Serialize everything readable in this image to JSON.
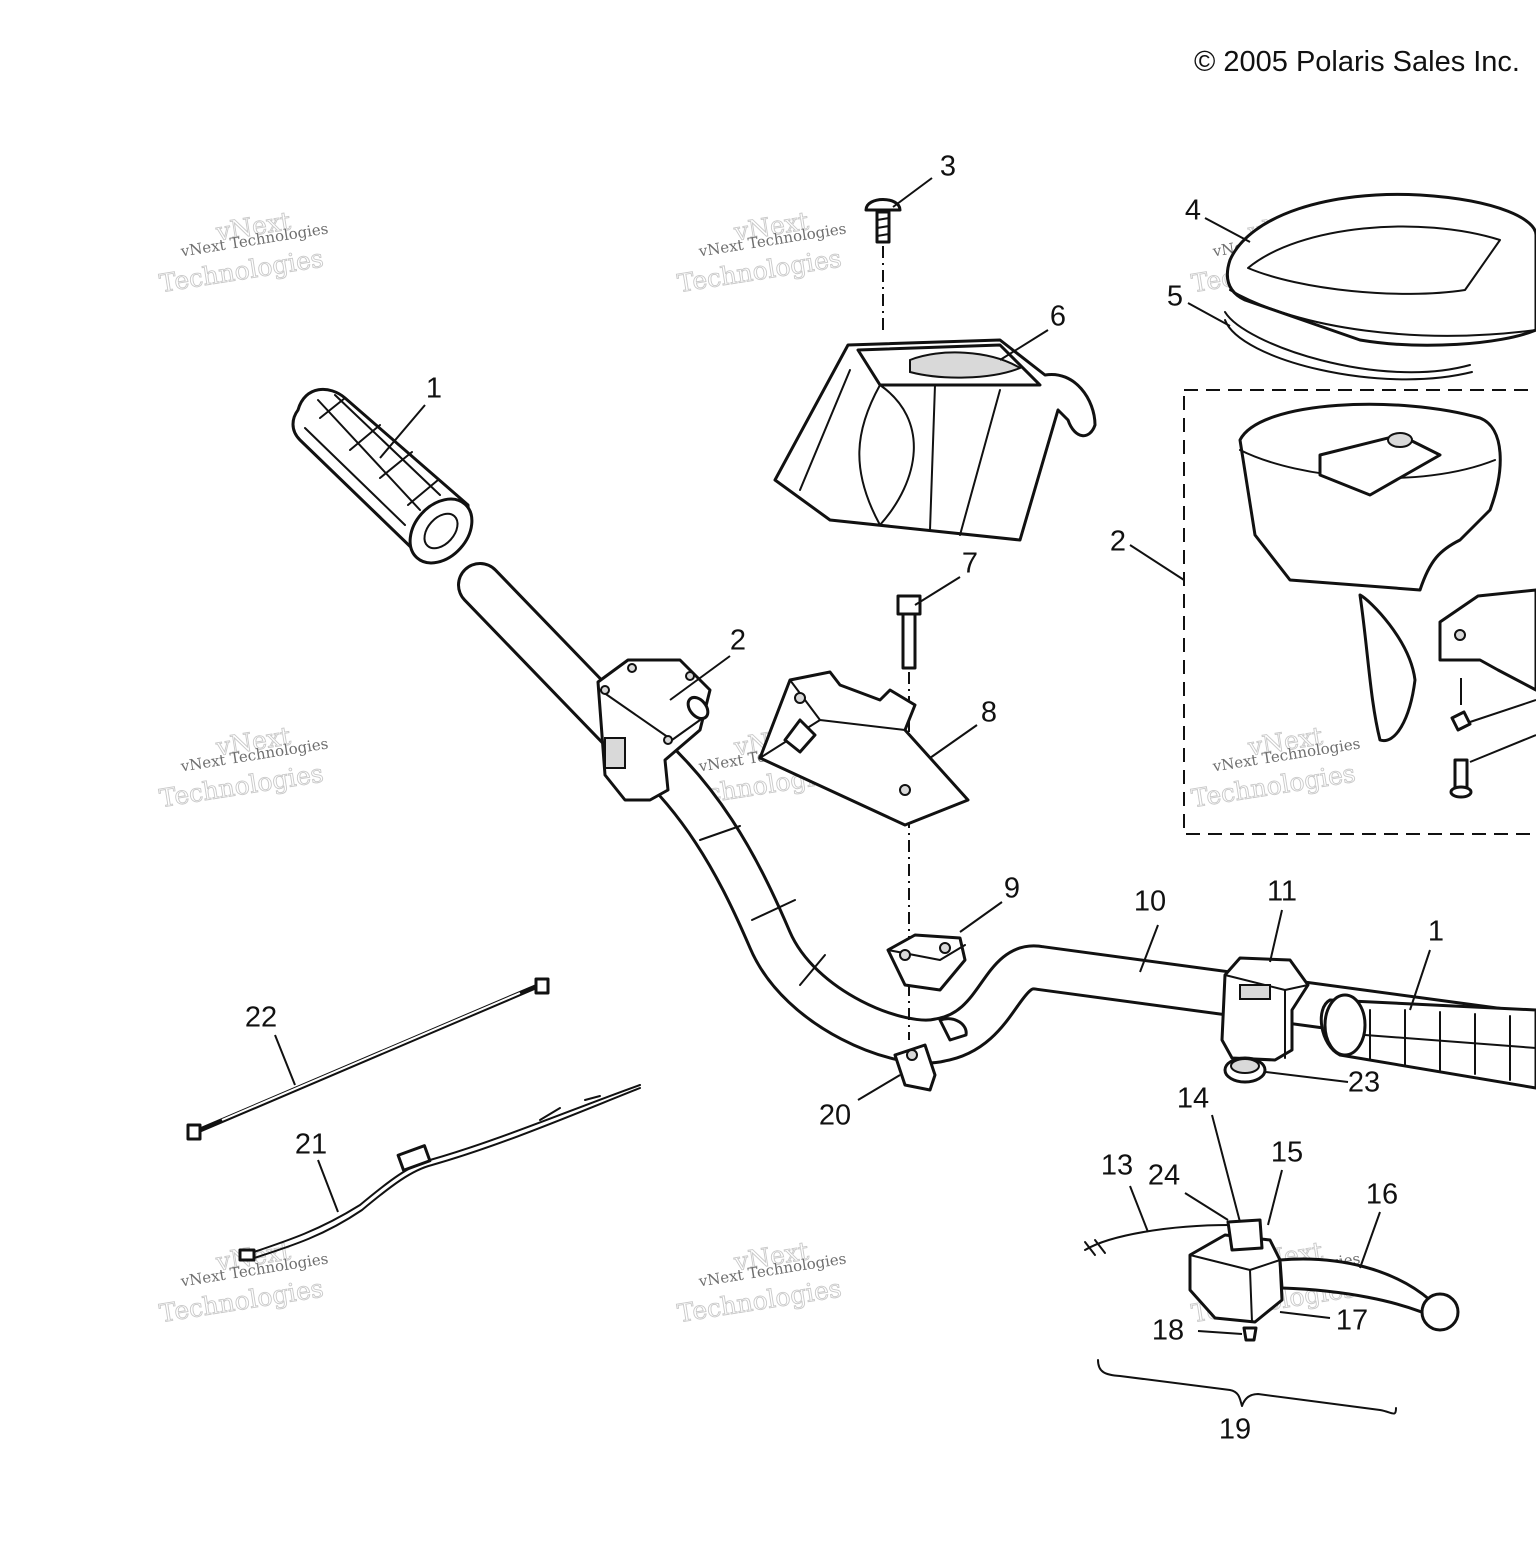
{
  "copyright": "© 2005 Polaris Sales Inc.",
  "watermark": {
    "small": "vNext Technologies",
    "large": "Technologies",
    "brand": "vNext"
  },
  "callouts": [
    {
      "id": "c1a",
      "label": "1"
    },
    {
      "id": "c1b",
      "label": "1"
    },
    {
      "id": "c2a",
      "label": "2"
    },
    {
      "id": "c2b",
      "label": "2"
    },
    {
      "id": "c3",
      "label": "3"
    },
    {
      "id": "c4",
      "label": "4"
    },
    {
      "id": "c5",
      "label": "5"
    },
    {
      "id": "c6",
      "label": "6"
    },
    {
      "id": "c7",
      "label": "7"
    },
    {
      "id": "c8",
      "label": "8"
    },
    {
      "id": "c9",
      "label": "9"
    },
    {
      "id": "c10",
      "label": "10"
    },
    {
      "id": "c11",
      "label": "11"
    },
    {
      "id": "c13",
      "label": "13"
    },
    {
      "id": "c14",
      "label": "14"
    },
    {
      "id": "c15",
      "label": "15"
    },
    {
      "id": "c16",
      "label": "16"
    },
    {
      "id": "c17",
      "label": "17"
    },
    {
      "id": "c18",
      "label": "18"
    },
    {
      "id": "c19",
      "label": "19"
    },
    {
      "id": "c20",
      "label": "20"
    },
    {
      "id": "c21",
      "label": "21"
    },
    {
      "id": "c22",
      "label": "22"
    },
    {
      "id": "c23",
      "label": "23"
    },
    {
      "id": "c24",
      "label": "24"
    }
  ]
}
